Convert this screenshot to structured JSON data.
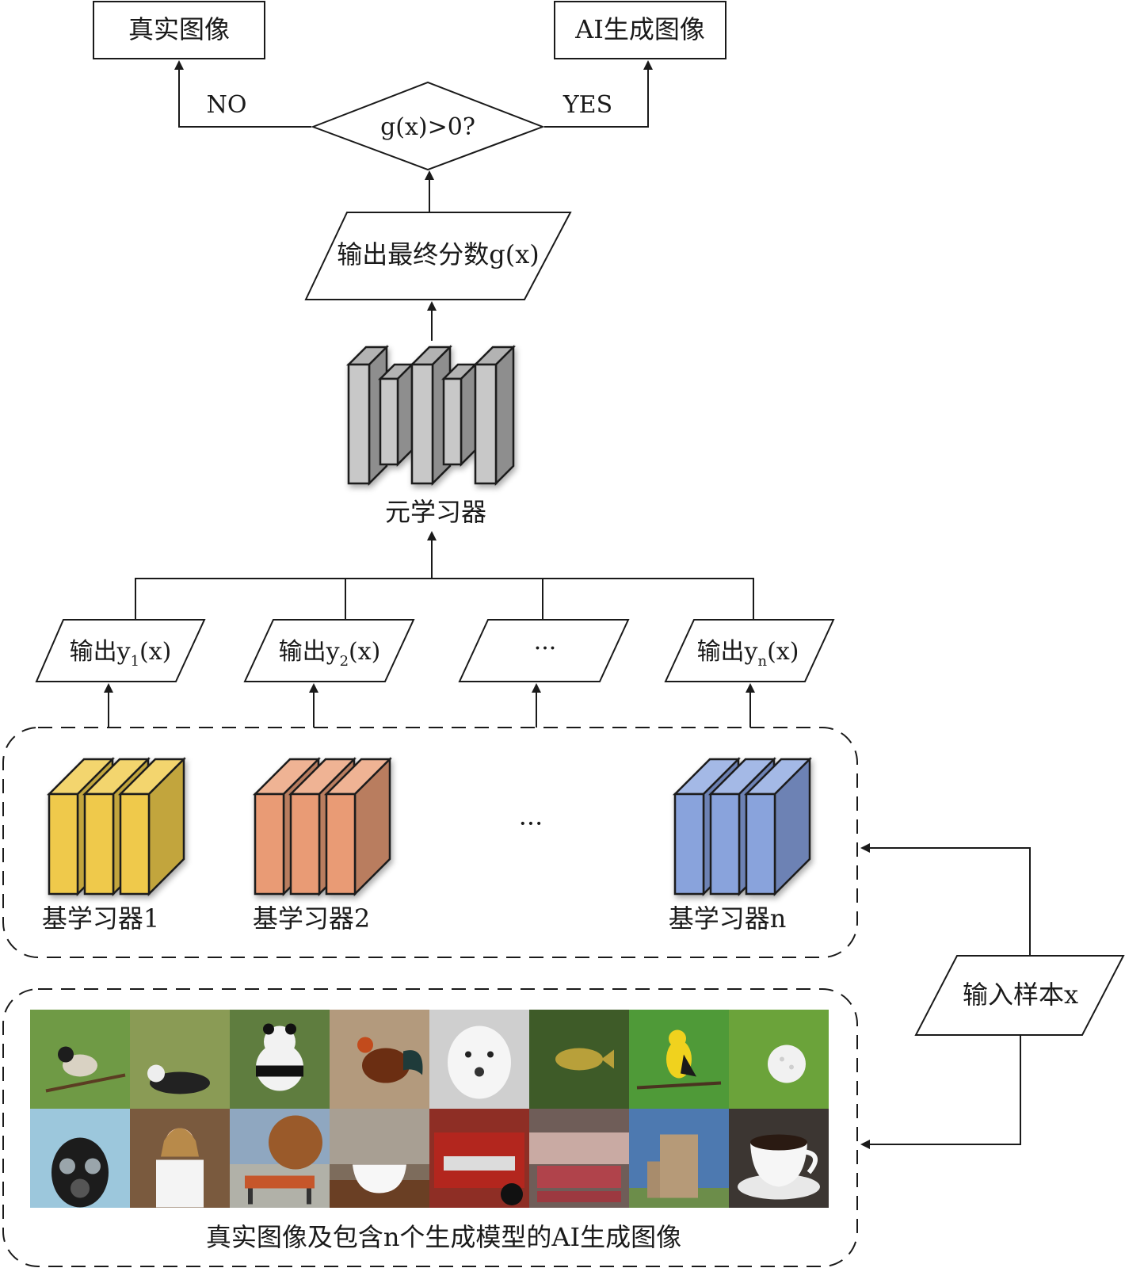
{
  "nodes": {
    "real_image": "真实图像",
    "ai_image": "AI生成图像",
    "decision": "g(x)>0?",
    "no_label": "NO",
    "yes_label": "YES",
    "final_score": "输出最终分数g(x)",
    "meta_learner": "元学习器",
    "input_sample": "输入样本x"
  },
  "outputs": [
    {
      "prefix": "输出y",
      "sub": "1",
      "suffix": "(x)"
    },
    {
      "prefix": "输出y",
      "sub": "2",
      "suffix": "(x)"
    },
    {
      "text": "···"
    },
    {
      "prefix": "输出y",
      "sub": "n",
      "suffix": "(x)"
    }
  ],
  "base_learners": [
    {
      "label": "基学习器1",
      "color": "#efc94c",
      "side": "#c2a53d",
      "top": "#f3d56e"
    },
    {
      "label": "基学习器2",
      "color": "#e99b74",
      "side": "#b97d5f",
      "top": "#efb394"
    },
    {
      "label": "基学习器n",
      "color": "#89a3dc",
      "side": "#6d82b4",
      "top": "#a4b9e6"
    }
  ],
  "base_ellipsis": "···",
  "meta_colors": {
    "front": "#c8c8c8",
    "side": "#8e8e8e",
    "top": "#b3b3b3"
  },
  "dataset_caption": "真实图像及包含n个生成模型的AI生成图像",
  "images": [
    {
      "name": "chickadee",
      "bg": "#6f9a45"
    },
    {
      "name": "border-collie",
      "bg": "#8a9b55"
    },
    {
      "name": "panda",
      "bg": "#5f7d3f"
    },
    {
      "name": "rooster",
      "bg": "#b39a7d"
    },
    {
      "name": "white-dog",
      "bg": "#cfcfcf"
    },
    {
      "name": "fish",
      "bg": "#3e5b28"
    },
    {
      "name": "goldfinch",
      "bg": "#4f9a38"
    },
    {
      "name": "golf-ball",
      "bg": "#6ba33a"
    },
    {
      "name": "gas-mask",
      "bg": "#9cc7dc"
    },
    {
      "name": "doctor",
      "bg": "#7a5a3e"
    },
    {
      "name": "park-bench",
      "bg": "#8fa7c0"
    },
    {
      "name": "bathroom",
      "bg": "#7d6c5c"
    },
    {
      "name": "fire-truck",
      "bg": "#8e2e25"
    },
    {
      "name": "butcher-shop",
      "bg": "#6f5d58"
    },
    {
      "name": "castle",
      "bg": "#4d79b0"
    },
    {
      "name": "coffee-cup",
      "bg": "#3c3632"
    }
  ]
}
